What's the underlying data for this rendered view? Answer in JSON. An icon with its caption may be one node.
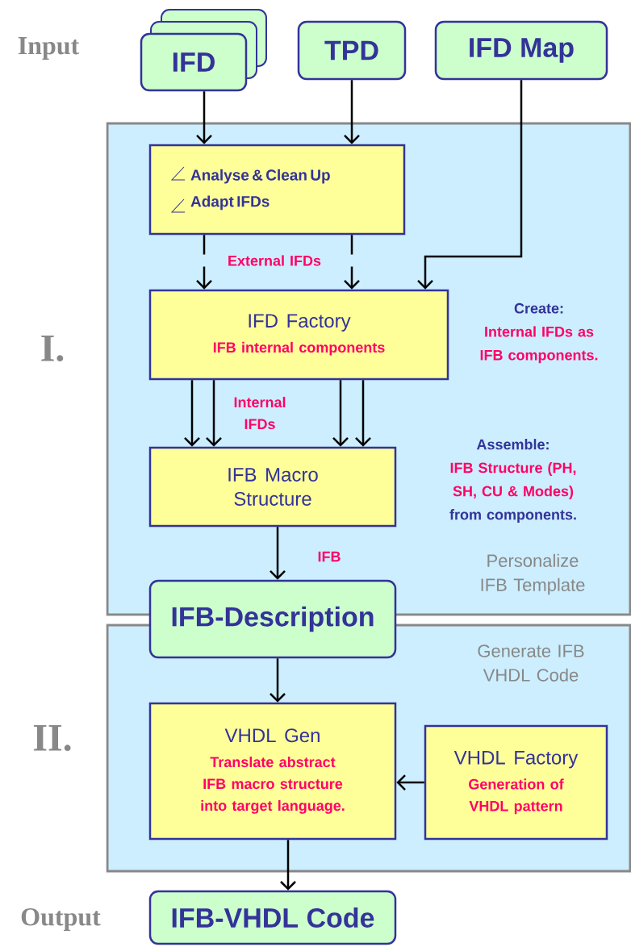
{
  "diagram": {
    "nodes": [
      {
        "text": [
          "IFD"
        ]
      },
      {
        "text": [
          "TPD"
        ]
      },
      {
        "text": [
          "IFD Map"
        ]
      },
      {
        "text": [
          "Personalize IFB Template"
        ],
        "beside": [
          "I."
        ]
      },
      {
        "text": [
          "Analyse & Clean Up",
          "Adapt IFDs"
        ],
        "in": 3
      },
      {
        "text": [
          "IFD Factory",
          "IFB internal components"
        ],
        "in": 3,
        "beside": [
          "Create:",
          "Internal IFDs as IFB components."
        ]
      },
      {
        "text": [
          "IFB Macro Structure"
        ],
        "in": 3,
        "beside": [
          "Assemble:",
          "IFB Structure (PH, SH, CU & Modes)",
          "from components."
        ]
      },
      {
        "text": [
          "IFB-Description"
        ]
      },
      {
        "text": [
          "Generate IFB VHDL Code"
        ],
        "beside": [
          "II."
        ]
      },
      {
        "text": [
          "VHDL Gen",
          "Translate abstract IFB macro structure into target language."
        ],
        "in": 8
      },
      {
        "text": [
          "VHDL Factory",
          "Generation of VHDL pattern"
        ],
        "in": 8
      },
      {
        "text": [
          "IFB-VHDL Code"
        ]
      }
    ],
    "edges": [
      {
        "from": 0,
        "to": 4,
        "arrow": "to"
      },
      {
        "from": 1,
        "to": 4,
        "arrow": "to"
      },
      {
        "from": 4,
        "to": 5,
        "arrow": "to",
        "label": "External IFDs"
      },
      {
        "from": 4,
        "to": 5,
        "arrow": "to"
      },
      {
        "from": 2,
        "to": 5,
        "arrow": "to"
      },
      {
        "from": 5,
        "to": 6,
        "arrow": "to"
      },
      {
        "from": 5,
        "to": 6,
        "arrow": "to",
        "label": "Internal IFDs"
      },
      {
        "from": 5,
        "to": 6,
        "arrow": "to"
      },
      {
        "from": 5,
        "to": 6,
        "arrow": "to"
      },
      {
        "from": 6,
        "to": 7,
        "arrow": "to",
        "label": "IFB"
      },
      {
        "from": 7,
        "to": 9,
        "arrow": "to"
      },
      {
        "from": 10,
        "to": 9,
        "arrow": "to"
      },
      {
        "from": 9,
        "to": 11,
        "arrow": "to"
      }
    ],
    "labels": [
      "Input",
      "Output"
    ]
  }
}
